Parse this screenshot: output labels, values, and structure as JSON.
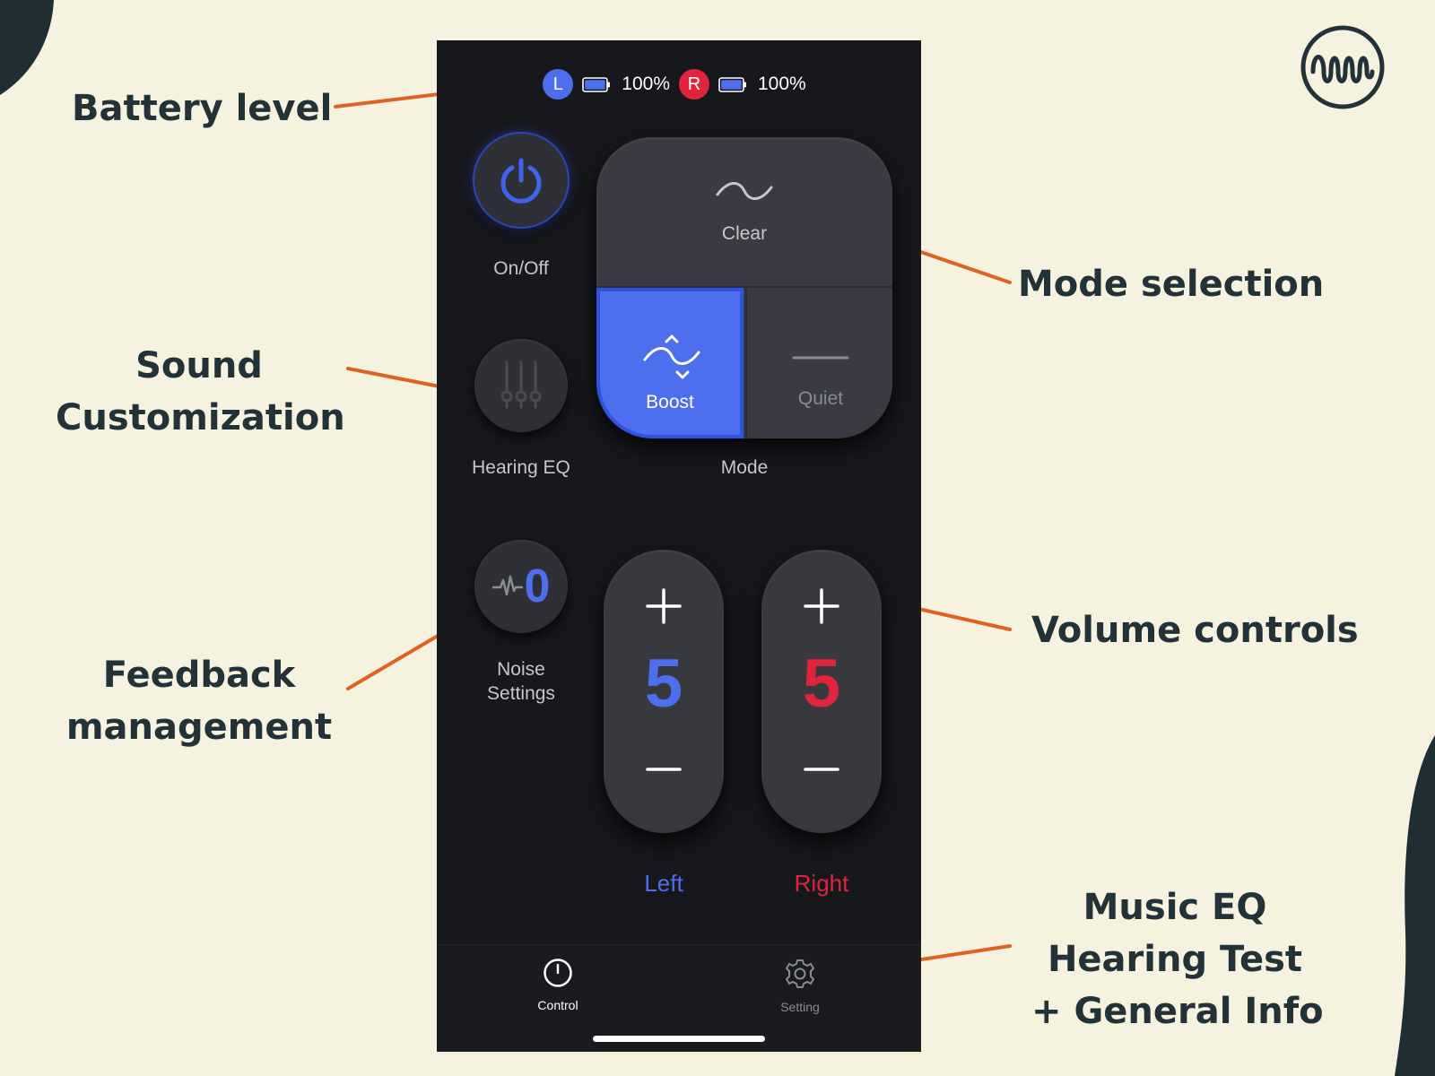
{
  "annotations": {
    "battery": [
      "Battery level"
    ],
    "sound": [
      "Sound",
      "Customization"
    ],
    "feedback": [
      "Feedback",
      "management"
    ],
    "mode": [
      "Mode selection"
    ],
    "volume": [
      "Volume controls"
    ],
    "music": [
      "Music EQ",
      "Hearing Test",
      "+ General Info"
    ]
  },
  "colors": {
    "background": "#f5f2e0",
    "accent_blue": "#4d6eed",
    "accent_red": "#e0243b",
    "annotation_line": "#e06220",
    "annotation_text": "#233236"
  },
  "status": {
    "left_badge": "L",
    "left_battery": "100%",
    "left_battery_level": 1.0,
    "right_badge": "R",
    "right_battery": "100%",
    "right_battery_level": 1.0
  },
  "controls": {
    "power_label": "On/Off",
    "eq_label": "Hearing EQ",
    "noise_value": "0",
    "noise_label_line1": "Noise",
    "noise_label_line2": "Settings"
  },
  "mode": {
    "label": "Mode",
    "selected": "Boost",
    "options": {
      "clear": "Clear",
      "boost": "Boost",
      "quiet": "Quiet"
    }
  },
  "volume": {
    "left_value": "5",
    "right_value": "5",
    "left_label": "Left",
    "right_label": "Right"
  },
  "tabs": {
    "control": "Control",
    "setting": "Setting",
    "active": "Control"
  }
}
